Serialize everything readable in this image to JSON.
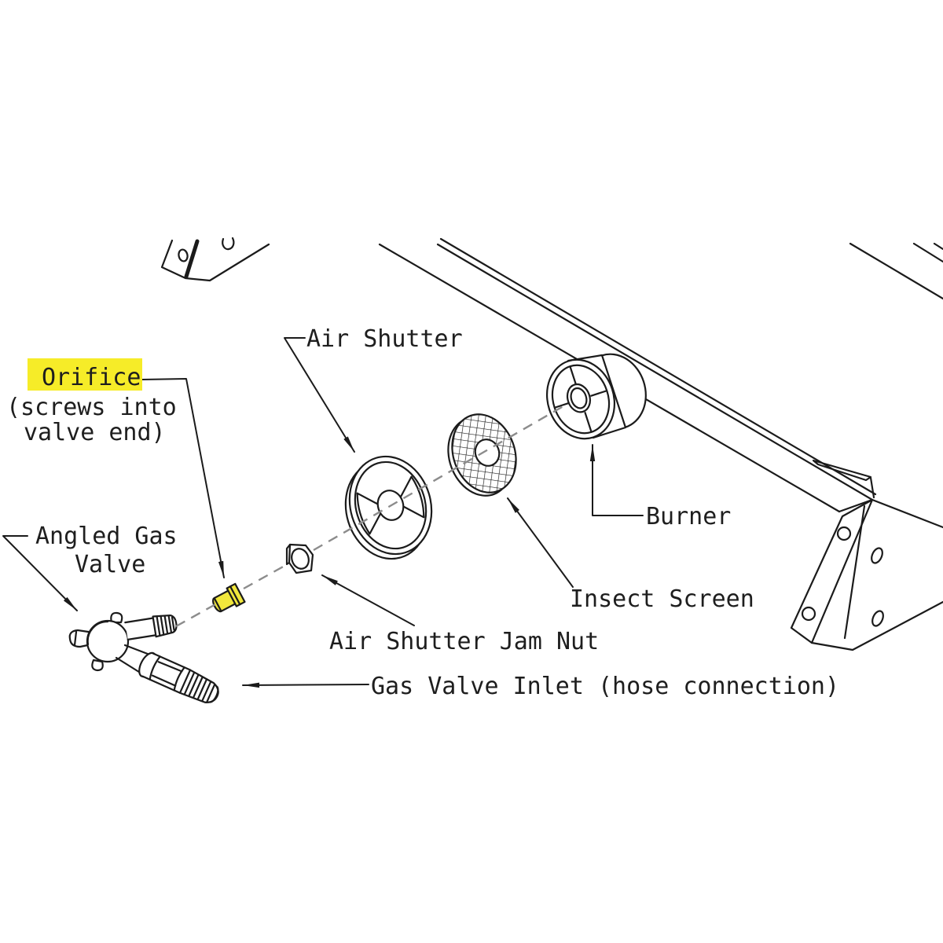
{
  "diagram": {
    "type": "exploded-parts-diagram",
    "subject": "Gas valve, orifice, air shutter and burner assembly",
    "highlighted_part": "Orifice"
  },
  "labels": {
    "orifice": {
      "text": "Orifice",
      "highlighted": true,
      "note1": "(screws into",
      "note2": "valve end)"
    },
    "air_shutter": {
      "text": "Air Shutter"
    },
    "angled_gas_valve": {
      "line1": "Angled Gas",
      "line2": "Valve"
    },
    "burner": {
      "text": "Burner"
    },
    "insect_screen": {
      "text": "Insect Screen"
    },
    "air_shutter_jam_nut": {
      "text": "Air Shutter Jam Nut"
    },
    "gas_valve_inlet": {
      "text": "Gas Valve Inlet (hose connection)"
    }
  },
  "colors": {
    "background": "#ffffff",
    "line": "#1b1b1b",
    "centerline_dash": "#8c8c8c",
    "label_highlight": "#f6ec28",
    "part_highlight": "#f1e73c",
    "text": "#1e1e1e"
  }
}
